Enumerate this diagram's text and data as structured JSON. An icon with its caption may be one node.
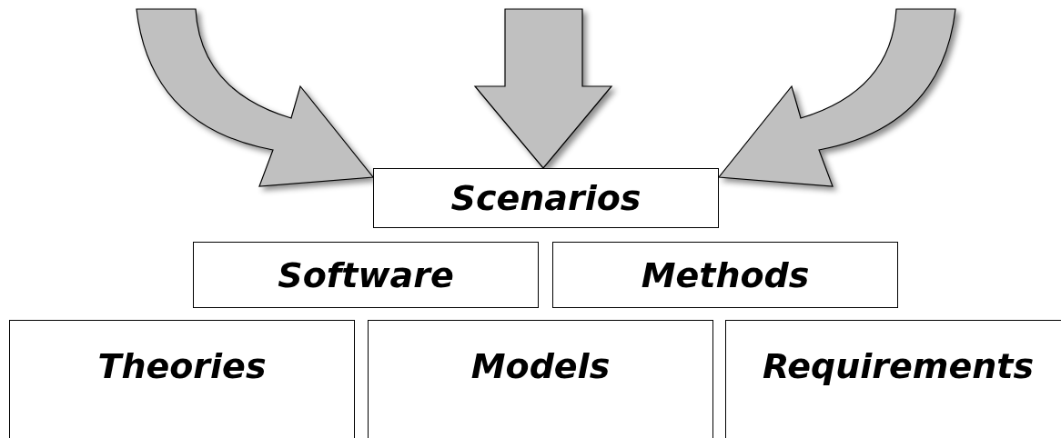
{
  "diagram": {
    "nodes": [
      {
        "text": [
          "Scenarios"
        ]
      },
      {
        "text": [
          "Software"
        ]
      },
      {
        "text": [
          "Methods"
        ]
      },
      {
        "text": [
          "Theories"
        ]
      },
      {
        "text": [
          "Models"
        ]
      },
      {
        "text": [
          "Requirements"
        ]
      }
    ]
  }
}
